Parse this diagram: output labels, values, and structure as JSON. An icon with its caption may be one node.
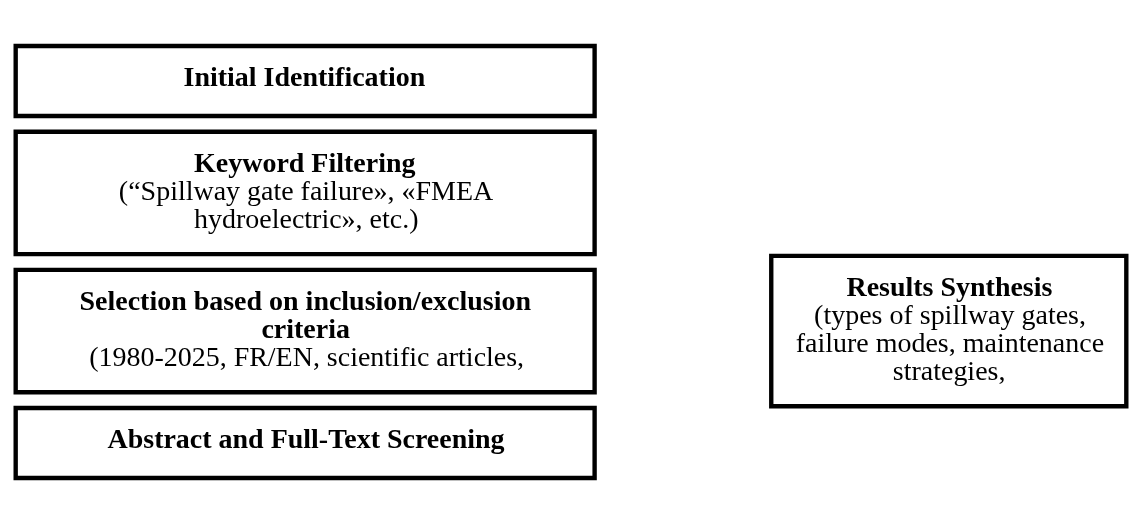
{
  "diagram": {
    "nodes": [
      {
        "text": [
          "Initial Identification"
        ]
      },
      {
        "text": [
          "Keyword Filtering",
          "(“Spillway gate failure», «FMEA hydroelectric», etc.)"
        ]
      },
      {
        "text": [
          "Selection based on inclusion/exclusion criteria",
          "(1980-2025, FR/EN, scientific articles,"
        ]
      },
      {
        "text": [
          "Abstract and Full-Text Screening"
        ]
      },
      {
        "text": [
          "Results Synthesis",
          "(types of spillway gates, failure modes, maintenance strategies,"
        ]
      }
    ],
    "edges": []
  }
}
